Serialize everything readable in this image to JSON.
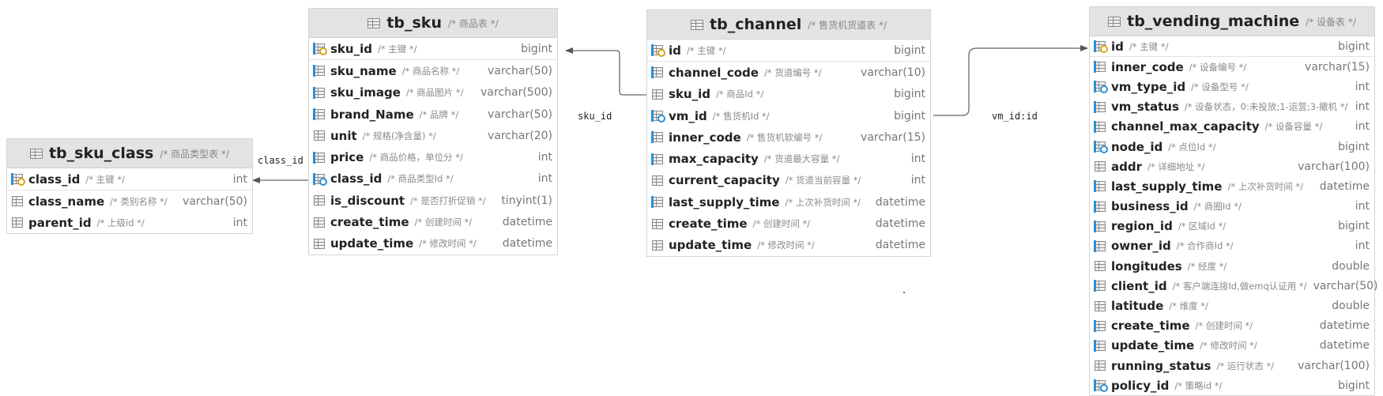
{
  "tables": [
    {
      "name": "tb_sku_class",
      "comment": "/* 商品类型表 */",
      "columns": [
        {
          "name": "class_id",
          "comment": "/* 主键 */",
          "type": "int",
          "icon": "pkey"
        },
        {
          "name": "class_name",
          "comment": "/* 类别名称 */",
          "type": "varchar(50)",
          "icon": "col"
        },
        {
          "name": "parent_id",
          "comment": "/* 上级id */",
          "type": "int",
          "icon": "col"
        }
      ]
    },
    {
      "name": "tb_sku",
      "comment": "/* 商品表 */",
      "columns": [
        {
          "name": "sku_id",
          "comment": "/* 主键 */",
          "type": "bigint",
          "icon": "pkey"
        },
        {
          "name": "sku_name",
          "comment": "/* 商品名称 */",
          "type": "varchar(50)",
          "icon": "mark"
        },
        {
          "name": "sku_image",
          "comment": "/* 商品图片 */",
          "type": "varchar(500)",
          "icon": "mark"
        },
        {
          "name": "brand_Name",
          "comment": "/* 品牌 */",
          "type": "varchar(50)",
          "icon": "mark"
        },
        {
          "name": "unit",
          "comment": "/* 规格(净含量) */",
          "type": "varchar(20)",
          "icon": "col"
        },
        {
          "name": "price",
          "comment": "/* 商品价格，单位分 */",
          "type": "int",
          "icon": "mark"
        },
        {
          "name": "class_id",
          "comment": "/* 商品类型Id */",
          "type": "int",
          "icon": "fk"
        },
        {
          "name": "is_discount",
          "comment": "/* 是否打折促销 */",
          "type": "tinyint(1)",
          "icon": "col"
        },
        {
          "name": "create_time",
          "comment": "/* 创建时间 */",
          "type": "datetime",
          "icon": "col"
        },
        {
          "name": "update_time",
          "comment": "/* 修改时间 */",
          "type": "datetime",
          "icon": "col"
        }
      ]
    },
    {
      "name": "tb_channel",
      "comment": "/* 售货机货道表 */",
      "columns": [
        {
          "name": "id",
          "comment": "/* 主键 */",
          "type": "bigint",
          "icon": "pkey"
        },
        {
          "name": "channel_code",
          "comment": "/* 货道编号 */",
          "type": "varchar(10)",
          "icon": "mark"
        },
        {
          "name": "sku_id",
          "comment": "/* 商品Id */",
          "type": "bigint",
          "icon": "col"
        },
        {
          "name": "vm_id",
          "comment": "/* 售货机Id */",
          "type": "bigint",
          "icon": "fk"
        },
        {
          "name": "inner_code",
          "comment": "/* 售货机软编号 */",
          "type": "varchar(15)",
          "icon": "mark"
        },
        {
          "name": "max_capacity",
          "comment": "/* 货道最大容量 */",
          "type": "int",
          "icon": "mark"
        },
        {
          "name": "current_capacity",
          "comment": "/* 货道当前容量 */",
          "type": "int",
          "icon": "col"
        },
        {
          "name": "last_supply_time",
          "comment": "/* 上次补货时间 */",
          "type": "datetime",
          "icon": "mark"
        },
        {
          "name": "create_time",
          "comment": "/* 创建时间 */",
          "type": "datetime",
          "icon": "col"
        },
        {
          "name": "update_time",
          "comment": "/* 修改时间 */",
          "type": "datetime",
          "icon": "col"
        }
      ]
    },
    {
      "name": "tb_vending_machine",
      "comment": "/* 设备表 */",
      "columns": [
        {
          "name": "id",
          "comment": "/* 主键 */",
          "type": "bigint",
          "icon": "pkey"
        },
        {
          "name": "inner_code",
          "comment": "/* 设备编号 */",
          "type": "varchar(15)",
          "icon": "mark"
        },
        {
          "name": "vm_type_id",
          "comment": "/* 设备型号 */",
          "type": "int",
          "icon": "fk"
        },
        {
          "name": "vm_status",
          "comment": "/* 设备状态，0:未投放;1-运营;3-撤机 */",
          "type": "int",
          "icon": "mark"
        },
        {
          "name": "channel_max_capacity",
          "comment": "/* 设备容量 */",
          "type": "int",
          "icon": "mark"
        },
        {
          "name": "node_id",
          "comment": "/* 点位Id */",
          "type": "bigint",
          "icon": "fk"
        },
        {
          "name": "addr",
          "comment": "/* 详细地址 */",
          "type": "varchar(100)",
          "icon": "col"
        },
        {
          "name": "last_supply_time",
          "comment": "/* 上次补货时间 */",
          "type": "datetime",
          "icon": "mark"
        },
        {
          "name": "business_id",
          "comment": "/* 商圈Id */",
          "type": "int",
          "icon": "mark"
        },
        {
          "name": "region_id",
          "comment": "/* 区域Id */",
          "type": "bigint",
          "icon": "mark"
        },
        {
          "name": "owner_id",
          "comment": "/* 合作商Id */",
          "type": "int",
          "icon": "mark"
        },
        {
          "name": "longitudes",
          "comment": "/* 经度 */",
          "type": "double",
          "icon": "col"
        },
        {
          "name": "client_id",
          "comment": "/* 客户端连接Id,做emq认证用 */",
          "type": "varchar(50)",
          "icon": "mark"
        },
        {
          "name": "latitude",
          "comment": "/* 维度 */",
          "type": "double",
          "icon": "col"
        },
        {
          "name": "create_time",
          "comment": "/* 创建时间 */",
          "type": "datetime",
          "icon": "mark"
        },
        {
          "name": "update_time",
          "comment": "/* 修改时间 */",
          "type": "datetime",
          "icon": "mark"
        },
        {
          "name": "running_status",
          "comment": "/* 运行状态 */",
          "type": "varchar(100)",
          "icon": "col"
        },
        {
          "name": "policy_id",
          "comment": "/* 策略id */",
          "type": "bigint",
          "icon": "fk"
        }
      ]
    }
  ],
  "relations": [
    {
      "label": "class_id",
      "from": "tb_sku.class_id",
      "to": "tb_sku_class.class_id"
    },
    {
      "label": "sku_id",
      "from": "tb_channel.sku_id",
      "to": "tb_sku.sku_id"
    },
    {
      "label": "vm_id:id",
      "from": "tb_channel.vm_id",
      "to": "tb_vending_machine.id"
    }
  ]
}
